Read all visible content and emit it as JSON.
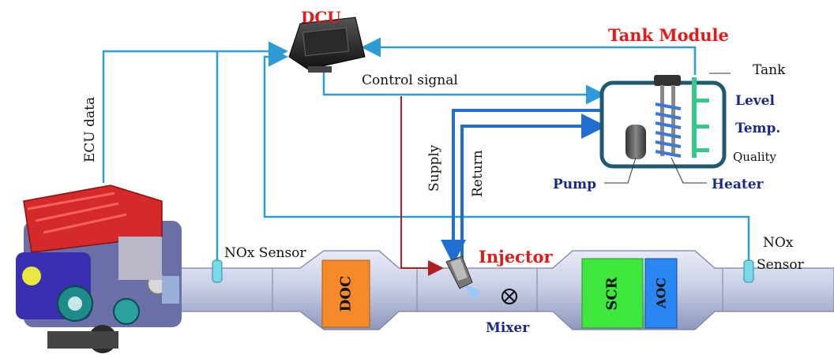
{
  "labels": {
    "dcu": "DCU",
    "tank_module": "Tank Module",
    "tank": "Tank",
    "level": "Level",
    "temp": "Temp.",
    "quality": "Quality",
    "pump": "Pump",
    "heater": "Heater",
    "control_signal": "Control signal",
    "ecu_data": "ECU data",
    "supply": "Supply",
    "return": "Return",
    "nox_sensor_left": "NOx Sensor",
    "nox_sensor_right_1": "NOx",
    "nox_sensor_right_2": "Sensor",
    "injector": "Injector",
    "mixer": "Mixer",
    "doc": "DOC",
    "scr": "SCR",
    "aoc": "AOC"
  },
  "colors": {
    "signal_line": "#2e9bd6",
    "control_line": "#b02020",
    "flow_line": "#1f6fd0",
    "doc_block": "#f58a2a",
    "scr_block": "#3ee63e",
    "aoc_block": "#2a86f0",
    "tank_outline": "#1f5a72",
    "sensor_green": "#38c98a",
    "red_text": "#e41a1a",
    "blue_text": "#1a2a8a"
  }
}
